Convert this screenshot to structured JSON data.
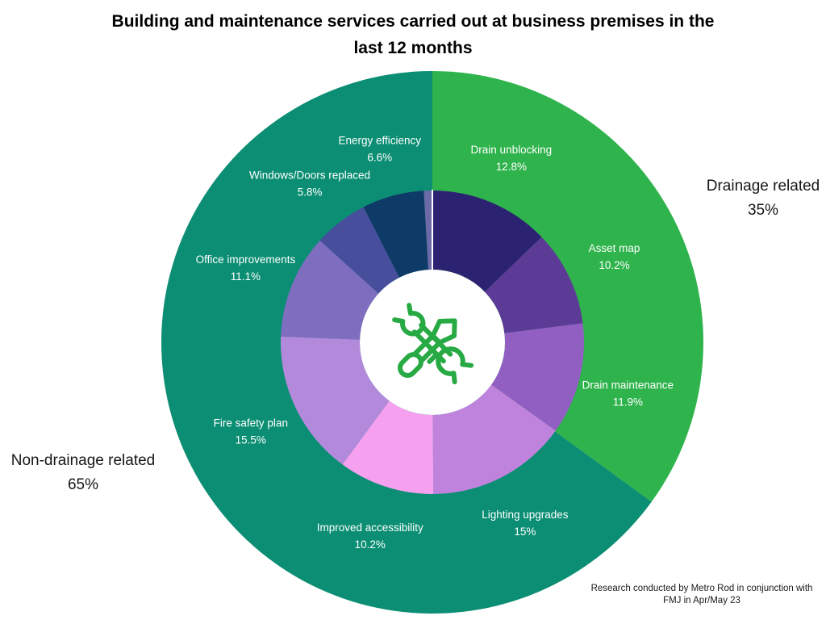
{
  "title": {
    "line1": "Building and maintenance services carried out at business premises in the",
    "line2": "last 12 months"
  },
  "chart_data": {
    "type": "pie",
    "subtype": "two-ring-donut",
    "direction": "clockwise",
    "start_angle_deg": 0,
    "center_icon": "crossed-wrench-screwdriver",
    "icon_color": "#27a943",
    "outer_segments": [
      {
        "label": "Drainage related",
        "value": 35,
        "pct_label": "35%",
        "color": "#2fb34c"
      },
      {
        "label": "Non-drainage related",
        "value": 65,
        "pct_label": "65%",
        "color": "#0b8e73"
      }
    ],
    "inner_segments": [
      {
        "label": "Drain unblocking",
        "value": 12.8,
        "pct_label": "12.8%",
        "color": "#2b2372"
      },
      {
        "label": "Asset map",
        "value": 10.2,
        "pct_label": "10.2%",
        "color": "#5c3b97"
      },
      {
        "label": "Drain maintenance",
        "value": 11.9,
        "pct_label": "11.9%",
        "color": "#915fc1"
      },
      {
        "label": "Lighting upgrades",
        "value": 15,
        "pct_label": "15%",
        "color": "#c083dd"
      },
      {
        "label": "Improved accessibility",
        "value": 10.2,
        "pct_label": "10.2%",
        "color": "#f6a1ef"
      },
      {
        "label": "Fire safety plan",
        "value": 15.5,
        "pct_label": "15.5%",
        "color": "#b389dc"
      },
      {
        "label": "Office improvements",
        "value": 11.1,
        "pct_label": "11.1%",
        "color": "#7f6ec0"
      },
      {
        "label": "Windows/Doors replaced",
        "value": 5.8,
        "pct_label": "5.8%",
        "color": "#474f9c"
      },
      {
        "label": "Energy efficiency",
        "value": 6.6,
        "pct_label": "6.6%",
        "color": "#0d3a66"
      },
      {
        "label": "",
        "value": 0.9,
        "pct_label": "",
        "color": "#6b69a6"
      }
    ]
  },
  "annotations": {
    "drainage": {
      "label": "Drainage related",
      "pct": "35%"
    },
    "non_drainage": {
      "label": "Non-drainage related",
      "pct": "65%"
    }
  },
  "footer": {
    "line1": "Research conducted by Metro Rod in conjunction with",
    "line2": "FMJ in Apr/May 23"
  }
}
